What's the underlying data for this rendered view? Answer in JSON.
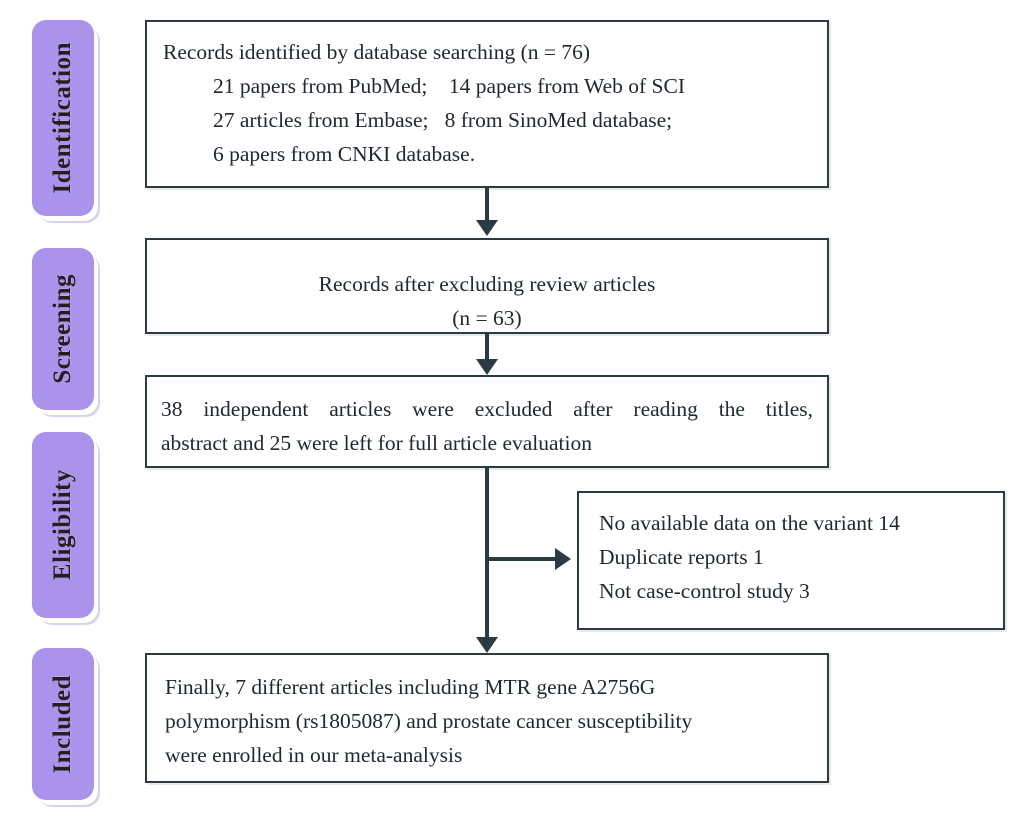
{
  "diagram": {
    "title": "PRISMA study selection flow diagram",
    "accent_purple": "#AB92EA",
    "line_color": "#2B3B42",
    "box_border_color": "#2B3B42",
    "background": "#FFFFFF"
  },
  "stages": [
    {
      "id": "identification",
      "label": "Identification"
    },
    {
      "id": "screening",
      "label": "Screening"
    },
    {
      "id": "eligibility",
      "label": "Eligibility"
    },
    {
      "id": "included",
      "label": "Included"
    }
  ],
  "boxes": {
    "identification": {
      "name": "records-identified-box",
      "lines": [
        "Records identified by database searching (n = 76)",
        "21 papers from PubMed;    14 papers from Web of SCI",
        "27 articles from Embase;   8 from SinoMed database;",
        "6 papers from CNKI database."
      ]
    },
    "screening": {
      "name": "records-after-excluding-reviews-box",
      "lines": [
        "Records after excluding review articles",
        "(n = 63)"
      ]
    },
    "eligibility_main": {
      "name": "titles-abstract-screening-box",
      "lines": [
        "38 independent articles were excluded after reading the titles,",
        "abstract and 25 were left for full article evaluation"
      ]
    },
    "exclusions": {
      "name": "full-text-exclusions-box",
      "lines": [
        "No available data on the variant 14",
        "Duplicate reports 1",
        "Not case-control study 3"
      ]
    },
    "included": {
      "name": "final-included-studies-box",
      "lines": [
        "Finally, 7 different articles including MTR gene A2756G",
        "polymorphism (rs1805087) and prostate cancer susceptibility",
        "were enrolled in our meta-analysis"
      ]
    }
  },
  "counts": {
    "records_identified": 76,
    "pubmed": 21,
    "web_of_sci": 14,
    "embase": 27,
    "sinomed": 8,
    "cnki": 6,
    "after_excluding_reviews": 63,
    "excluded_title_abstract": 38,
    "left_for_full_article": 25,
    "no_available_data_on_variant": 14,
    "duplicate_reports": 1,
    "not_case_control_study": 3,
    "final_included": 7
  }
}
